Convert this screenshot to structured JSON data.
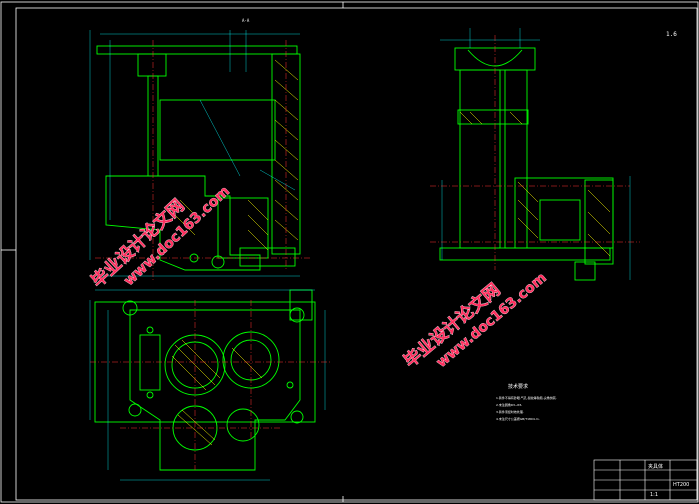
{
  "drawing": {
    "background_color": "#000000",
    "line_colors": {
      "outline": "#00ff00",
      "frame": "#ffffff",
      "center": "#ff3030",
      "dimension": "#00ffff",
      "hatch": "#ffff00"
    },
    "corner_mark": "1.6",
    "rev_mark": "A-A",
    "section_marks": [
      "A",
      "A"
    ],
    "tech_notes": {
      "title": "技术要求",
      "lines": [
        "1.铸件不得有砂眼,气孔,裂纹等缺陷,尖角倒钝.",
        "2.未注圆角R3~R5.",
        "3.铸件须经时效处理.",
        "4.未注尺寸公差按GB/T1804-m."
      ]
    },
    "title_block": {
      "name": "夹具体",
      "material": "HT200",
      "scale": "1:1"
    }
  },
  "watermarks": [
    {
      "line1": "毕业设计论文网",
      "line2": "www.doc163.com"
    },
    {
      "line1": "毕业设计论文网",
      "line2": "www.doc163.com"
    }
  ]
}
